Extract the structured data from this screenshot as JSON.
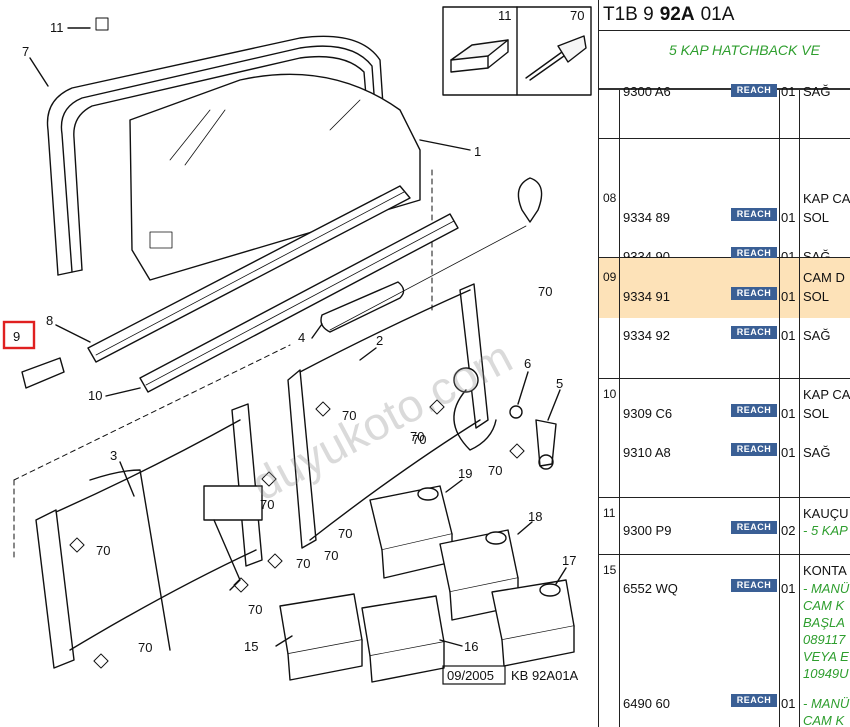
{
  "diagram": {
    "callouts": [
      "1",
      "2",
      "3",
      "4",
      "5",
      "6",
      "7",
      "8",
      "9",
      "10",
      "11",
      "15",
      "16",
      "17",
      "18",
      "19"
    ],
    "label_70": "70",
    "inset_labels": [
      "11",
      "70"
    ],
    "footer_date": "09/2005",
    "footer_code": "KB 92A01A",
    "watermark": "duyukoto.com",
    "highlight_color": "#e02020"
  },
  "panel": {
    "header_prefix": "T1B 9",
    "header_bold": "92A",
    "header_suffix": "01A",
    "subtitle": "5 KAP HATCHBACK VE",
    "badge": "REACH",
    "rows": [
      {
        "ref": "",
        "parts": [
          {
            "pn": "9300 A6",
            "qty": "01",
            "desc": "SAĞ"
          }
        ],
        "title": ""
      },
      {
        "ref": "08",
        "title": "KAP CA",
        "parts": [
          {
            "pn": "9334 89",
            "qty": "01",
            "desc": "SOL"
          },
          {
            "pn": "9334 90",
            "qty": "01",
            "desc": "SAĞ"
          }
        ]
      },
      {
        "ref": "09",
        "title": "CAM D",
        "parts": [
          {
            "pn": "9334 91",
            "qty": "01",
            "desc": "SOL"
          },
          {
            "pn": "9334 92",
            "qty": "01",
            "desc": "SAĞ"
          }
        ]
      },
      {
        "ref": "10",
        "title": "KAP CA",
        "parts": [
          {
            "pn": "9309 C6",
            "qty": "01",
            "desc": "SOL"
          },
          {
            "pn": "9310 A8",
            "qty": "01",
            "desc": "SAĞ"
          }
        ]
      },
      {
        "ref": "11",
        "title": "KAUÇU",
        "parts": [
          {
            "pn": "9300 P9",
            "qty": "02",
            "desc": "- 5 KAP"
          }
        ]
      },
      {
        "ref": "15",
        "title": "KONTA",
        "parts": [
          {
            "pn": "6552 WQ",
            "qty": "01",
            "desc": "- MANÜ"
          },
          {
            "pn": "6490 60",
            "qty": "01",
            "desc": "- MANÜ"
          }
        ],
        "notes": [
          "CAM K",
          "BAŞLA",
          "089117",
          "VEYA E",
          "10949U"
        ],
        "last_note": "CAM K"
      }
    ]
  }
}
